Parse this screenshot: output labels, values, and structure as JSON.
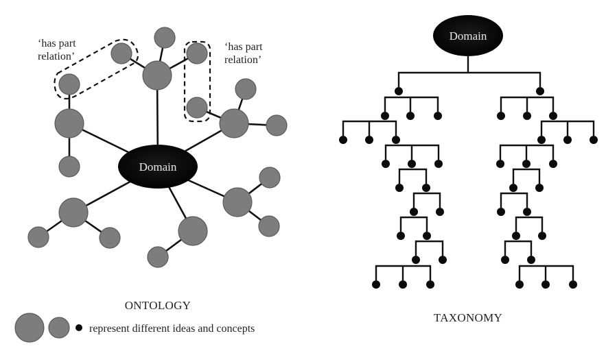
{
  "ontology": {
    "title": "ONTOLOGY",
    "center_label": "Domain",
    "annotations": [
      {
        "id": "left",
        "line1": "‘has part",
        "line2": "relation’"
      },
      {
        "id": "right",
        "line1": "‘has part",
        "line2": "relation’"
      }
    ],
    "legend_text": "represent different ideas and concepts",
    "node_color": "#7d7d7d",
    "center_color": "#000000",
    "nodes": [
      {
        "id": "n-top-center",
        "size": "large"
      },
      {
        "id": "n-top-center-up",
        "size": "small"
      },
      {
        "id": "n-top-center-left",
        "size": "small"
      },
      {
        "id": "n-top-center-right",
        "size": "small"
      },
      {
        "id": "n-left",
        "size": "large"
      },
      {
        "id": "n-left-up",
        "size": "small"
      },
      {
        "id": "n-left-down",
        "size": "small"
      },
      {
        "id": "n-right",
        "size": "large"
      },
      {
        "id": "n-right-up",
        "size": "small"
      },
      {
        "id": "n-right-right",
        "size": "small"
      },
      {
        "id": "n-right-left",
        "size": "small"
      },
      {
        "id": "n-bottom-left",
        "size": "large"
      },
      {
        "id": "n-bottom-left-a",
        "size": "small"
      },
      {
        "id": "n-bottom-left-b",
        "size": "small"
      },
      {
        "id": "n-bottom-center",
        "size": "large"
      },
      {
        "id": "n-bottom-center-a",
        "size": "small"
      },
      {
        "id": "n-bottom-right",
        "size": "large"
      },
      {
        "id": "n-bottom-right-a",
        "size": "small"
      },
      {
        "id": "n-bottom-right-b",
        "size": "small"
      }
    ],
    "edges": [
      [
        "domain",
        "n-top-center"
      ],
      [
        "n-top-center",
        "n-top-center-up"
      ],
      [
        "n-top-center",
        "n-top-center-left"
      ],
      [
        "n-top-center",
        "n-top-center-right"
      ],
      [
        "domain",
        "n-left"
      ],
      [
        "n-left",
        "n-left-up"
      ],
      [
        "n-left",
        "n-left-down"
      ],
      [
        "domain",
        "n-right"
      ],
      [
        "n-right",
        "n-right-up"
      ],
      [
        "n-right",
        "n-right-right"
      ],
      [
        "n-right",
        "n-right-left"
      ],
      [
        "domain",
        "n-bottom-left"
      ],
      [
        "n-bottom-left",
        "n-bottom-left-a"
      ],
      [
        "n-bottom-left",
        "n-bottom-left-b"
      ],
      [
        "domain",
        "n-bottom-center"
      ],
      [
        "n-bottom-center",
        "n-bottom-center-a"
      ],
      [
        "domain",
        "n-bottom-right"
      ],
      [
        "n-bottom-right",
        "n-bottom-right-a"
      ],
      [
        "n-bottom-right",
        "n-bottom-right-b"
      ]
    ],
    "part_relations": [
      [
        "n-top-center-left",
        "n-left-up"
      ],
      [
        "n-top-center-right",
        "n-right-left"
      ]
    ]
  },
  "taxonomy": {
    "title": "TAXONOMY",
    "root_label": "Domain",
    "leaf_color": "#000000",
    "branches": [
      "left",
      "right"
    ]
  }
}
